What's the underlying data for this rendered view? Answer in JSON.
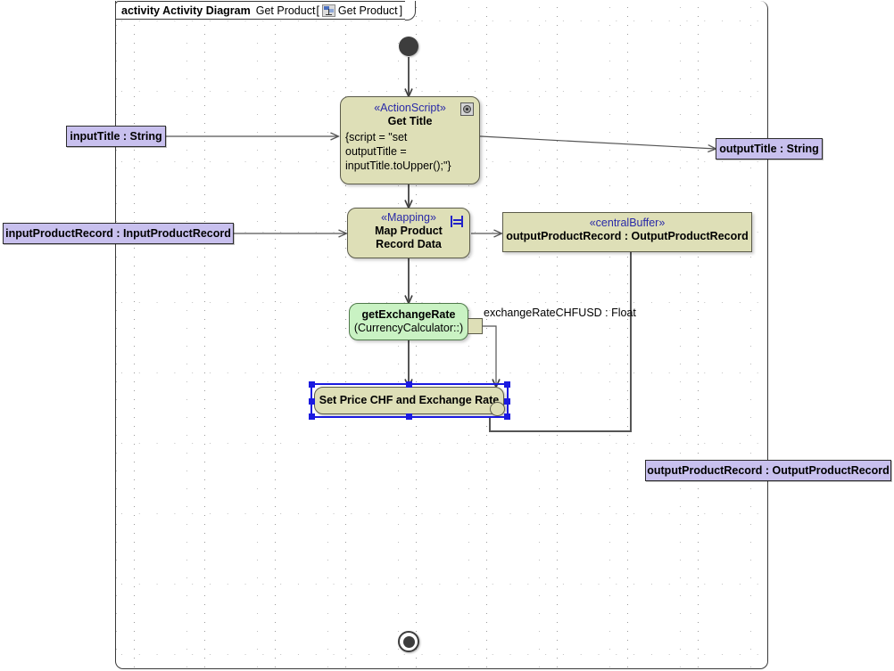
{
  "frame": {
    "kind": "activity Activity Diagram",
    "name": "Get Product",
    "bracket_open": "[",
    "icon": "activity-diagram-icon",
    "inner_name": "Get Product",
    "bracket_close": "]"
  },
  "nodes": {
    "initial": {
      "name": "initial-node"
    },
    "final": {
      "name": "activity-final-node"
    },
    "get_title": {
      "stereotype": "«ActionScript»",
      "title": "Get Title",
      "script_lines": [
        "{script = \"set",
        "outputTitle =",
        "inputTitle.toUpper();\"}"
      ],
      "icon": "action-script-icon"
    },
    "map_product": {
      "stereotype": "«Mapping»",
      "title_lines": [
        "Map Product",
        "Record Data"
      ],
      "icon": "mapping-icon"
    },
    "central_buffer": {
      "stereotype": "«centralBuffer»",
      "label": "outputProductRecord : OutputProductRecord"
    },
    "get_exchange_rate": {
      "title": "getExchangeRate",
      "subtitle": "(CurrencyCalculator::)"
    },
    "set_price": {
      "title": "Set Price CHF and Exchange Rate",
      "selected": true
    }
  },
  "parameters": {
    "input_title": "inputTitle : String",
    "input_product_record": "inputProductRecord : InputProductRecord",
    "output_title": "outputTitle : String",
    "output_product_record": "outputProductRecord : OutputProductRecord"
  },
  "edge_labels": {
    "exchange_rate_pin": "exchangeRateCHFUSD : Float"
  },
  "colors": {
    "action_fill": "#dedfb7",
    "action_border": "#5b5b4a",
    "behavior_fill": "#c9f2c3",
    "parameter_fill": "#c8c0ee",
    "stereotype_text": "#2a2aa8",
    "selection": "#1a1ae0",
    "edge": "#555555"
  }
}
